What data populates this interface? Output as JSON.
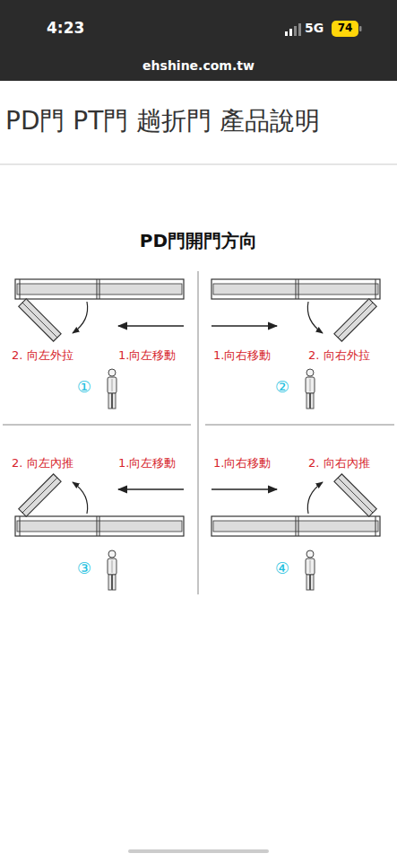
{
  "diagram": {
    "title": "PD門開門方向",
    "labels": [
      "4:23",
      "5G",
      "74",
      "ehshine.com.tw",
      "PD門 PT門 趟折門 產品說明",
      "2. 向左外拉",
      "1.向左移動",
      "1.向右移動",
      "2. 向右外拉",
      "①",
      "②",
      "2. 向左內推",
      "1.向左移動",
      "1.向右移動",
      "2. 向右內推",
      "③",
      "④"
    ]
  }
}
